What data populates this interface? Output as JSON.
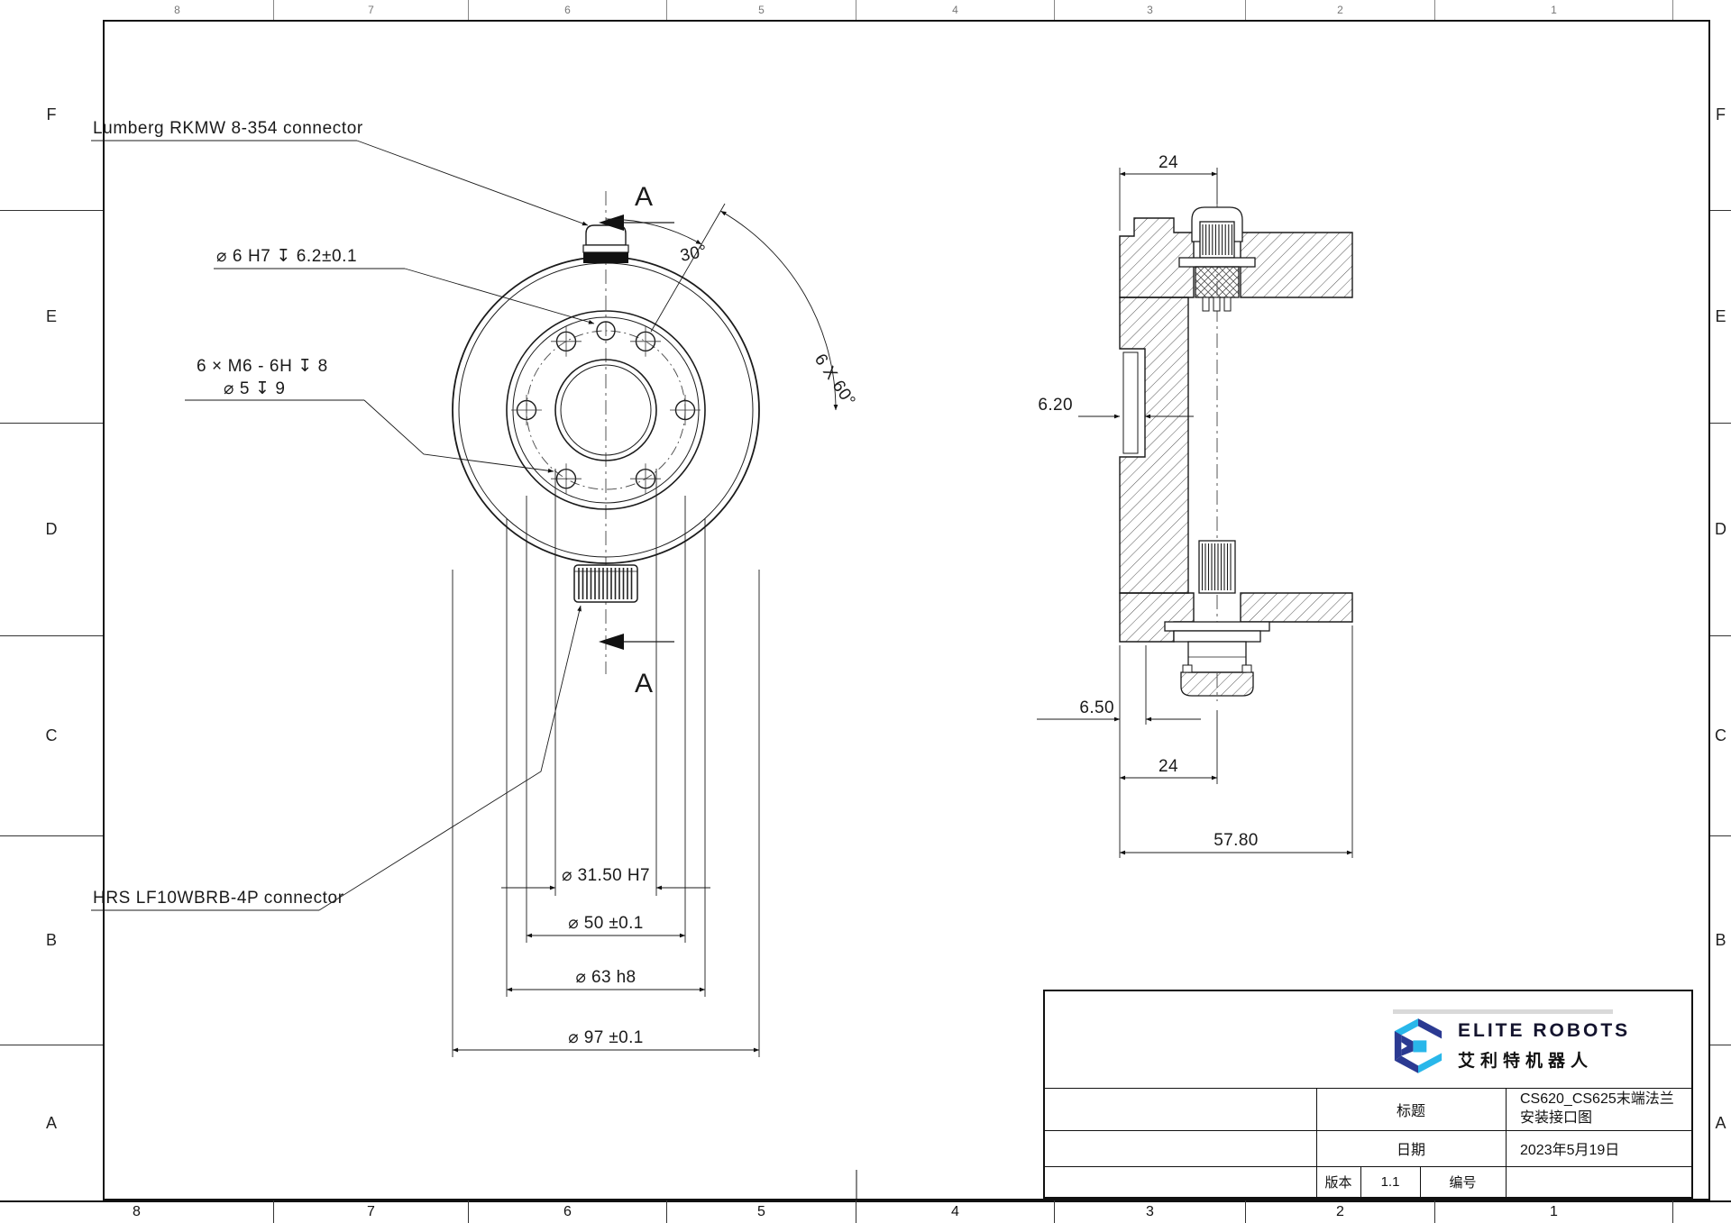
{
  "sheet": {
    "top_ruler": [
      "8",
      "7",
      "6",
      "5",
      "4",
      "3",
      "2",
      "1"
    ],
    "bottom_ruler": [
      "8",
      "7",
      "6",
      "5",
      "4",
      "3",
      "2",
      "1"
    ],
    "left_labels": [
      "F",
      "E",
      "D",
      "C",
      "B",
      "A"
    ],
    "right_labels": [
      "F",
      "E",
      "D",
      "C",
      "B",
      "A"
    ]
  },
  "front_view": {
    "lumberg_note": "Lumberg RKMW 8-354 connector",
    "pin_note": "⌀ 6 H7 ↧ 6.2±0.1",
    "thread_note_line1": "6 × M6 - 6H ↧ 8",
    "thread_note_line2": "⌀ 5 ↧ 9",
    "hrs_note": "HRS LF10WBRB-4P  connector",
    "section_arrow_label": "A",
    "angle_dim_30": "30°",
    "angle_dim_60": "6 X 60°",
    "dia_31_5": "⌀ 31.50 H7",
    "dia_50": "⌀ 50 ±0.1",
    "dia_63": "⌀ 63 h8",
    "dia_97": "⌀ 97 ±0.1"
  },
  "section_view": {
    "dim_top_24": "24",
    "dim_groove_6_20": "6.20",
    "dim_step_6_50": "6.50",
    "dim_bottom_24": "24",
    "dim_width_57_80": "57.80"
  },
  "title_block": {
    "brand_en": "ELITE ROBOTS",
    "brand_cn": "艾利特机器人",
    "title_label": "标题",
    "title_value_line1": "CS620_CS625末端法兰",
    "title_value_line2": "安装接口图",
    "date_label": "日期",
    "date_value": "2023年5月19日",
    "version_label": "版本",
    "version_value": "1.1",
    "number_label": "编号",
    "number_value": "",
    "colors": {
      "logo_light": "#29b7ea",
      "logo_dark": "#2b3a92",
      "brand_text": "#14142e"
    }
  }
}
